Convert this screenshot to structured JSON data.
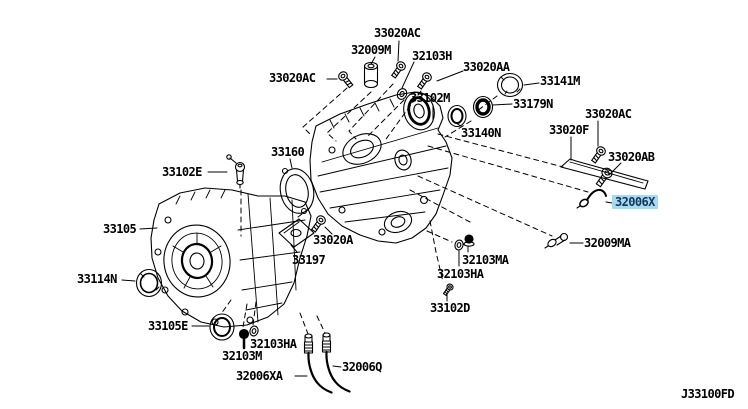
{
  "drawing_code": "J33100FD",
  "highlight": {
    "part": "32006X",
    "background": "#a9d9ee",
    "text_color": "#12365e",
    "style": "background:#a9d9ee;color:#12365e"
  },
  "labels": {
    "p33020ac_top": "33020AC",
    "p32009m": "32009M",
    "p32103h": "32103H",
    "p33020aa": "33020AA",
    "p33020ac_left": "33020AC",
    "p33141m": "33141M",
    "p33102m": "33102M",
    "p33179n": "33179N",
    "p33020ac_right": "33020AC",
    "p33140n": "33140N",
    "p33020f": "33020F",
    "p33020ab": "33020AB",
    "p33160": "33160",
    "p33102e": "33102E",
    "p32006x": "32006X",
    "p33105": "33105",
    "p33020a": "33020A",
    "p32009ma": "32009MA",
    "p33197": "33197",
    "p32103ma": "32103MA",
    "p32103ha_mid": "32103HA",
    "p33114n": "33114N",
    "p33102d": "33102D",
    "p33105e": "33105E",
    "p32103ha_bot": "32103HA",
    "p32103m": "32103M",
    "p32006xa": "32006XA",
    "p32006q": "32006Q"
  }
}
